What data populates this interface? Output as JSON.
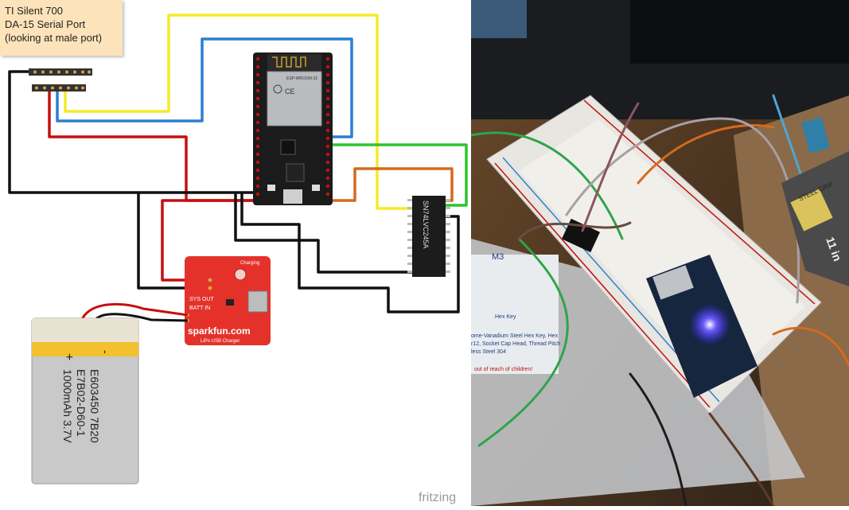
{
  "diagram": {
    "note_lines": [
      "TI Silent 700",
      "DA-15 Serial Port",
      "(looking at male port)"
    ],
    "esp32_label": "ESP-WROOM-32",
    "chip_label": "SN74LVC245A",
    "charger": {
      "top_label": "Charging",
      "sys_out_label": "SYS OUT",
      "batt_in_label": "BATT IN",
      "brand_label": "sparkfun.com",
      "product_label": "LiPo USB Charger"
    },
    "battery": {
      "minus": "-",
      "plus": "+",
      "lines": [
        "E603450 7B20",
        "E7B02-D60-1",
        "1000mAh 3.7V"
      ]
    },
    "watermark": "fritzing",
    "wire_colors": {
      "yellow": "#f4ea2a",
      "blue": "#2a7fd4",
      "red": "#c41010",
      "black": "#111111",
      "green": "#2fc42f",
      "orange": "#d46a1e"
    }
  },
  "photo": {
    "ruler_label": "M3",
    "kit_text_1": "Hex Key",
    "kit_text_2": "ome-Vanadium Steel Hex Key, Hex",
    "kit_text_3": "r12, Socket Cap Head, Thread Pitch",
    "kit_text_4": "less Steel 304",
    "kit_text_5": "out of reach of children!",
    "bag_text": "STEEL GRIP",
    "bag_number": "11 in"
  }
}
